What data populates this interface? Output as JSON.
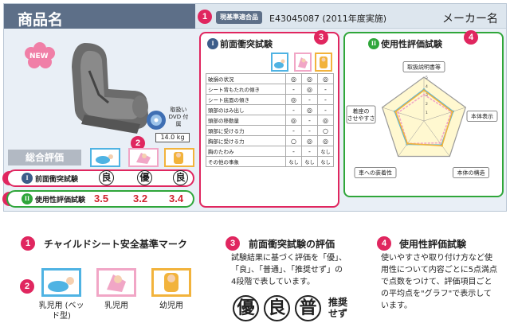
{
  "header": {
    "product_name": "商品名",
    "maker_name": "メーカー名",
    "cert_badge": "現基準適合品",
    "cert_number": "E43045087 (2011年度実施)"
  },
  "product": {
    "new_badge": "NEW",
    "dvd_label": "取扱い DVD 付属",
    "weight": "14.0 kg",
    "overall_label": "総合評価"
  },
  "colors": {
    "accent": "#e0265f",
    "green": "#2fa63a",
    "header": "#5d6f88",
    "score": "#d0232e",
    "blue_icon": "#4fb3e3",
    "pink_icon": "#f1a6c6",
    "orange_icon": "#f2b33c"
  },
  "rows": {
    "front_label": "前面衝突試験",
    "front_roman": "I",
    "front_grades": [
      "良",
      "優",
      "良"
    ],
    "usability_label": "使用性評価試験",
    "usability_roman": "II",
    "usability_scores": [
      "3.5",
      "3.2",
      "3.4"
    ]
  },
  "markers": {
    "m1": "1",
    "m2": "2",
    "m3": "3",
    "m4": "4"
  },
  "crash_panel": {
    "title": "前面衝突試験",
    "roman": "I",
    "rows": [
      {
        "label": "破損の状況",
        "v": [
          "◎",
          "◎",
          "◎"
        ]
      },
      {
        "label": "シート背もたれの傾き",
        "v": [
          "-",
          "◎",
          "-"
        ]
      },
      {
        "label": "シート底面の傾き",
        "v": [
          "◎",
          "-",
          "-"
        ]
      },
      {
        "label": "頭部のはみ出し",
        "v": [
          "-",
          "◎",
          "-"
        ]
      },
      {
        "label": "頭部の移動量",
        "v": [
          "◎",
          "-",
          "◎"
        ]
      },
      {
        "label": "頭部に受ける力",
        "v": [
          "-",
          "-",
          "○"
        ]
      },
      {
        "label": "胸部に受ける力",
        "v": [
          "○",
          "◎",
          "◎"
        ]
      },
      {
        "label": "胸のたわみ",
        "v": [
          "-",
          "-",
          "なし"
        ]
      },
      {
        "label": "その他の事象",
        "v": [
          "なし",
          "なし",
          "なし"
        ]
      }
    ]
  },
  "radar_panel": {
    "title": "使用性評価試験",
    "roman": "II",
    "axes": [
      "取扱説明書等",
      "本体表示",
      "本体の構造",
      "車への装着性",
      "着座のさせやすさ"
    ],
    "scale": [
      "1",
      "2",
      "3",
      "4",
      "5"
    ]
  },
  "chart_data": {
    "type": "radar",
    "categories": [
      "取扱説明書等",
      "本体表示",
      "本体の構造",
      "車への装着性",
      "着座のさせやすさ"
    ],
    "range": [
      0,
      5
    ],
    "series": [
      {
        "color": "#4fb3e3",
        "values": [
          3.6,
          3.5,
          3.4,
          3.3,
          3.5
        ]
      },
      {
        "color": "#f1a6c6",
        "values": [
          3.0,
          3.3,
          3.1,
          3.2,
          3.1
        ]
      },
      {
        "color": "#f2b33c",
        "values": [
          3.5,
          3.4,
          3.5,
          3.2,
          3.4
        ]
      }
    ]
  },
  "legend": {
    "l1_title": "チャイルドシート安全基準マーク",
    "l3_title": "前面衝突試験の評価",
    "l3_text": [
      "試験結果に基づく評価を「優」、",
      "「良」、「普通」、「推奨せず」の",
      "4段階で表しています。"
    ],
    "l3_grades": [
      "優",
      "良",
      "普"
    ],
    "l3_not_recommended": [
      "推奨",
      "せず"
    ],
    "l4_title": "使用性評価試験",
    "l4_text": [
      "使いやすさや取り付け方など使",
      "用性について内容ごとに5点満点",
      "で点数をつけて、評価項目ごと",
      "の平均点を\"グラフ\"で表示して",
      "います。"
    ],
    "l2_captions": [
      "乳児用 (ベッド型)",
      "乳児用",
      "幼児用"
    ]
  }
}
